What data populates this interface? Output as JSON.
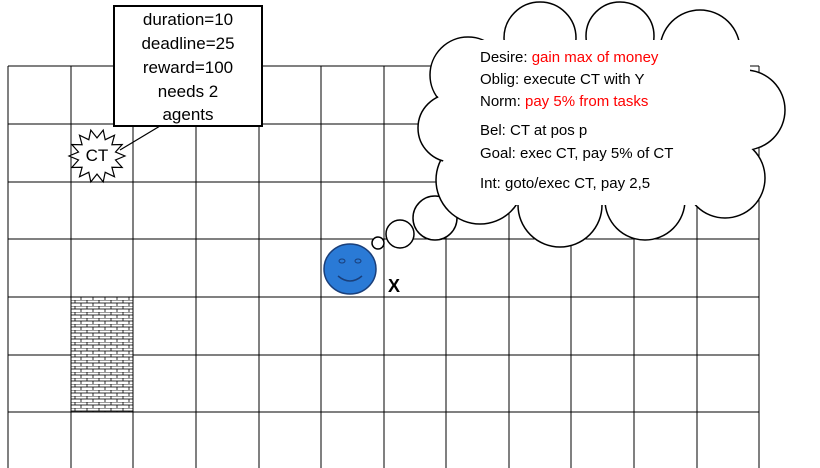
{
  "task_box": {
    "lines": [
      "duration=10",
      "deadline=25",
      "reward=100",
      "needs 2",
      "agents"
    ]
  },
  "task_label": "CT",
  "agent_label": "X",
  "thought": {
    "desire_prefix": "Desire: ",
    "desire_value": "gain max of money",
    "oblig": "Oblig: execute CT with Y",
    "norm_prefix": "Norm: ",
    "norm_value": "pay 5% from tasks",
    "bel": "Bel: CT at pos p",
    "goal": "Goal: exec CT, pay 5% of CT",
    "int": "Int: goto/exec CT, pay 2,5"
  },
  "colors": {
    "highlight": "#ff0000",
    "agent_fill": "#2a7ad6",
    "agent_stroke": "#1a3f7a",
    "grid_line": "#000000"
  },
  "icons": {
    "task_marker": "starburst-icon",
    "agent": "smiley-face-icon",
    "obstacle": "brick-wall-icon"
  }
}
